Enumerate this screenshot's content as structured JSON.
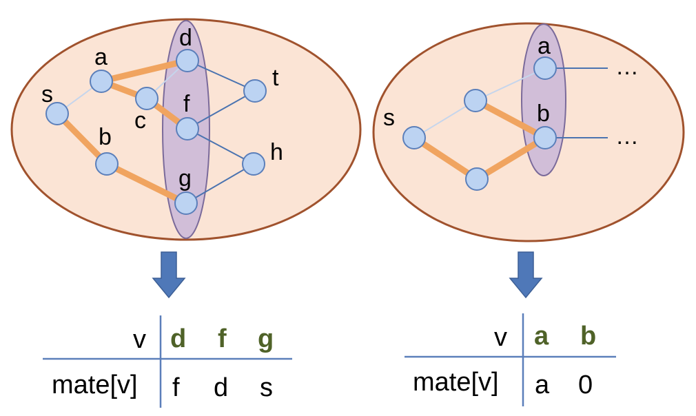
{
  "colors": {
    "ellipse_fill": "#fbe4d5",
    "ellipse_stroke": "#a0522d",
    "frontier_fill": "#c9b7d8",
    "frontier_stroke": "#7a6a9a",
    "matched_edge": "#f0a460",
    "frontier_edge": "#4a73b0",
    "plain_edge": "#c5d5ec",
    "node_fill": "#bcd3f2",
    "node_stroke": "#5b7fba",
    "arrow": "#4f78b8",
    "table_line": "#5b7fba",
    "header_text": "#4f6228"
  },
  "left": {
    "node_labels": {
      "s": "s",
      "a": "a",
      "b": "b",
      "c": "c",
      "d": "d",
      "f": "f",
      "g": "g",
      "t": "t",
      "h": "h"
    },
    "table": {
      "row_label": "v",
      "mate_label": "mate[v]",
      "headers": [
        "d",
        "f",
        "g"
      ],
      "values": [
        "f",
        "d",
        "s"
      ]
    }
  },
  "right": {
    "node_labels": {
      "s": "s",
      "a": "a",
      "b": "b"
    },
    "ellipsis_top": "…",
    "ellipsis_bottom": "…",
    "table": {
      "row_label": "v",
      "mate_label": "mate[v]",
      "headers": [
        "a",
        "b"
      ],
      "values": [
        "a",
        "0"
      ]
    }
  }
}
